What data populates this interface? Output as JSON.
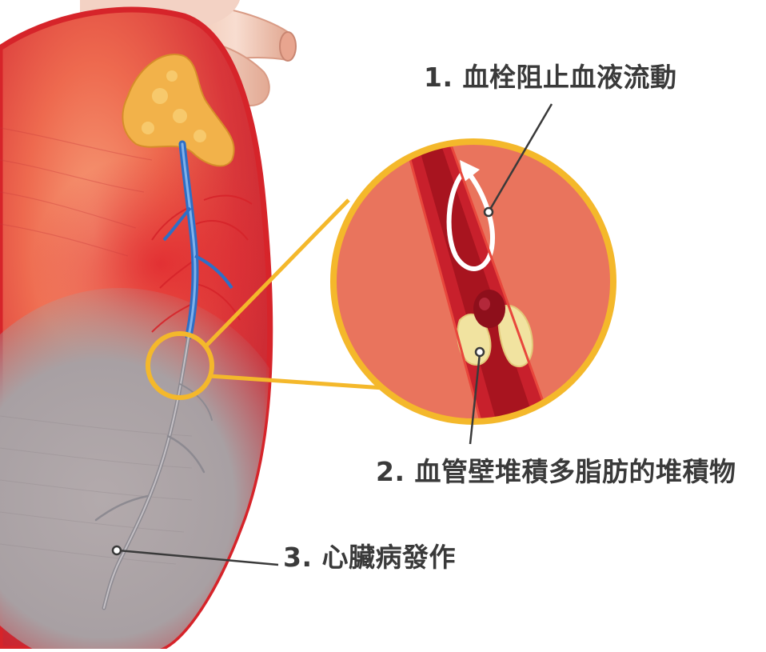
{
  "labels": {
    "blood_clot": "1. 血栓阻止血液流動",
    "plaque": "2. 血管壁堆積多脂肪的堆積物",
    "heart_attack": "3. 心臟病發作"
  },
  "colors": {
    "heart_red": "#e8473c",
    "heart_outline": "#d6242a",
    "artery_blue": "#2e6fc6",
    "damaged_tissue": "#a9a3a6",
    "magnifier_ring": "#f4b82b",
    "plaque_yellow": "#f1e3a0",
    "clot_dark": "#8e0f1b",
    "fat_orange": "#f2b24a",
    "leader_line": "#3a3a3a"
  }
}
